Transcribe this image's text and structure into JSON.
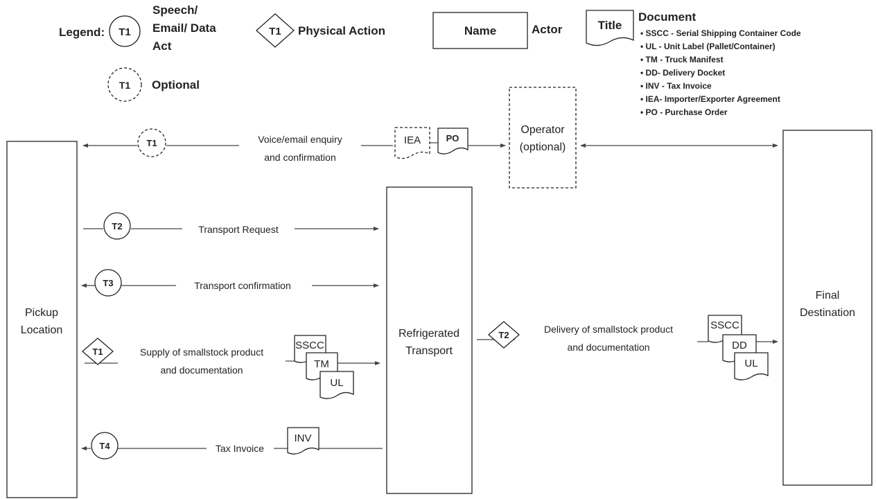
{
  "legend": {
    "title": "Legend:",
    "speech_symbol": "T1",
    "speech_label_lines": [
      "Speech/",
      "Email/ Data",
      "Act"
    ],
    "physical_symbol": "T1",
    "physical_label": "Physical Action",
    "actor_box": "Name",
    "actor_label": "Actor",
    "document_box": "Title",
    "document_label": "Document",
    "document_types": [
      "SSCC - Serial Shipping Container Code",
      "UL - Unit Label (Pallet/Container)",
      "TM - Truck Manifest",
      "DD- Delivery Docket",
      "INV - Tax Invoice",
      "IEA- Importer/Exporter Agreement",
      "PO - Purchase Order"
    ],
    "optional_symbol": "T1",
    "optional_label": "Optional"
  },
  "actors": {
    "pickup": [
      "Pickup",
      "Location"
    ],
    "transport": [
      "Refrigerated",
      "Transport"
    ],
    "destination": [
      "Final",
      "Destination"
    ],
    "operator": [
      "Operator",
      "(optional)"
    ]
  },
  "flows": {
    "enquiry": {
      "symbol": "T1",
      "label_lines": [
        "Voice/email enquiry",
        "and confirmation"
      ],
      "docs": [
        "IEA",
        "PO"
      ]
    },
    "request": {
      "symbol": "T2",
      "label": "Transport Request"
    },
    "confirmation": {
      "symbol": "T3",
      "label": "Transport confirmation"
    },
    "supply": {
      "symbol": "T1",
      "label_lines": [
        "Supply of smallstock product",
        "and documentation"
      ],
      "docs": [
        "SSCC",
        "TM",
        "UL"
      ]
    },
    "invoice": {
      "symbol": "T4",
      "label": "Tax Invoice",
      "docs": [
        "INV"
      ]
    },
    "delivery": {
      "symbol": "T2",
      "label_lines": [
        "Delivery of smallstock product",
        "and documentation"
      ],
      "docs": [
        "SSCC",
        "DD",
        "UL"
      ]
    }
  }
}
